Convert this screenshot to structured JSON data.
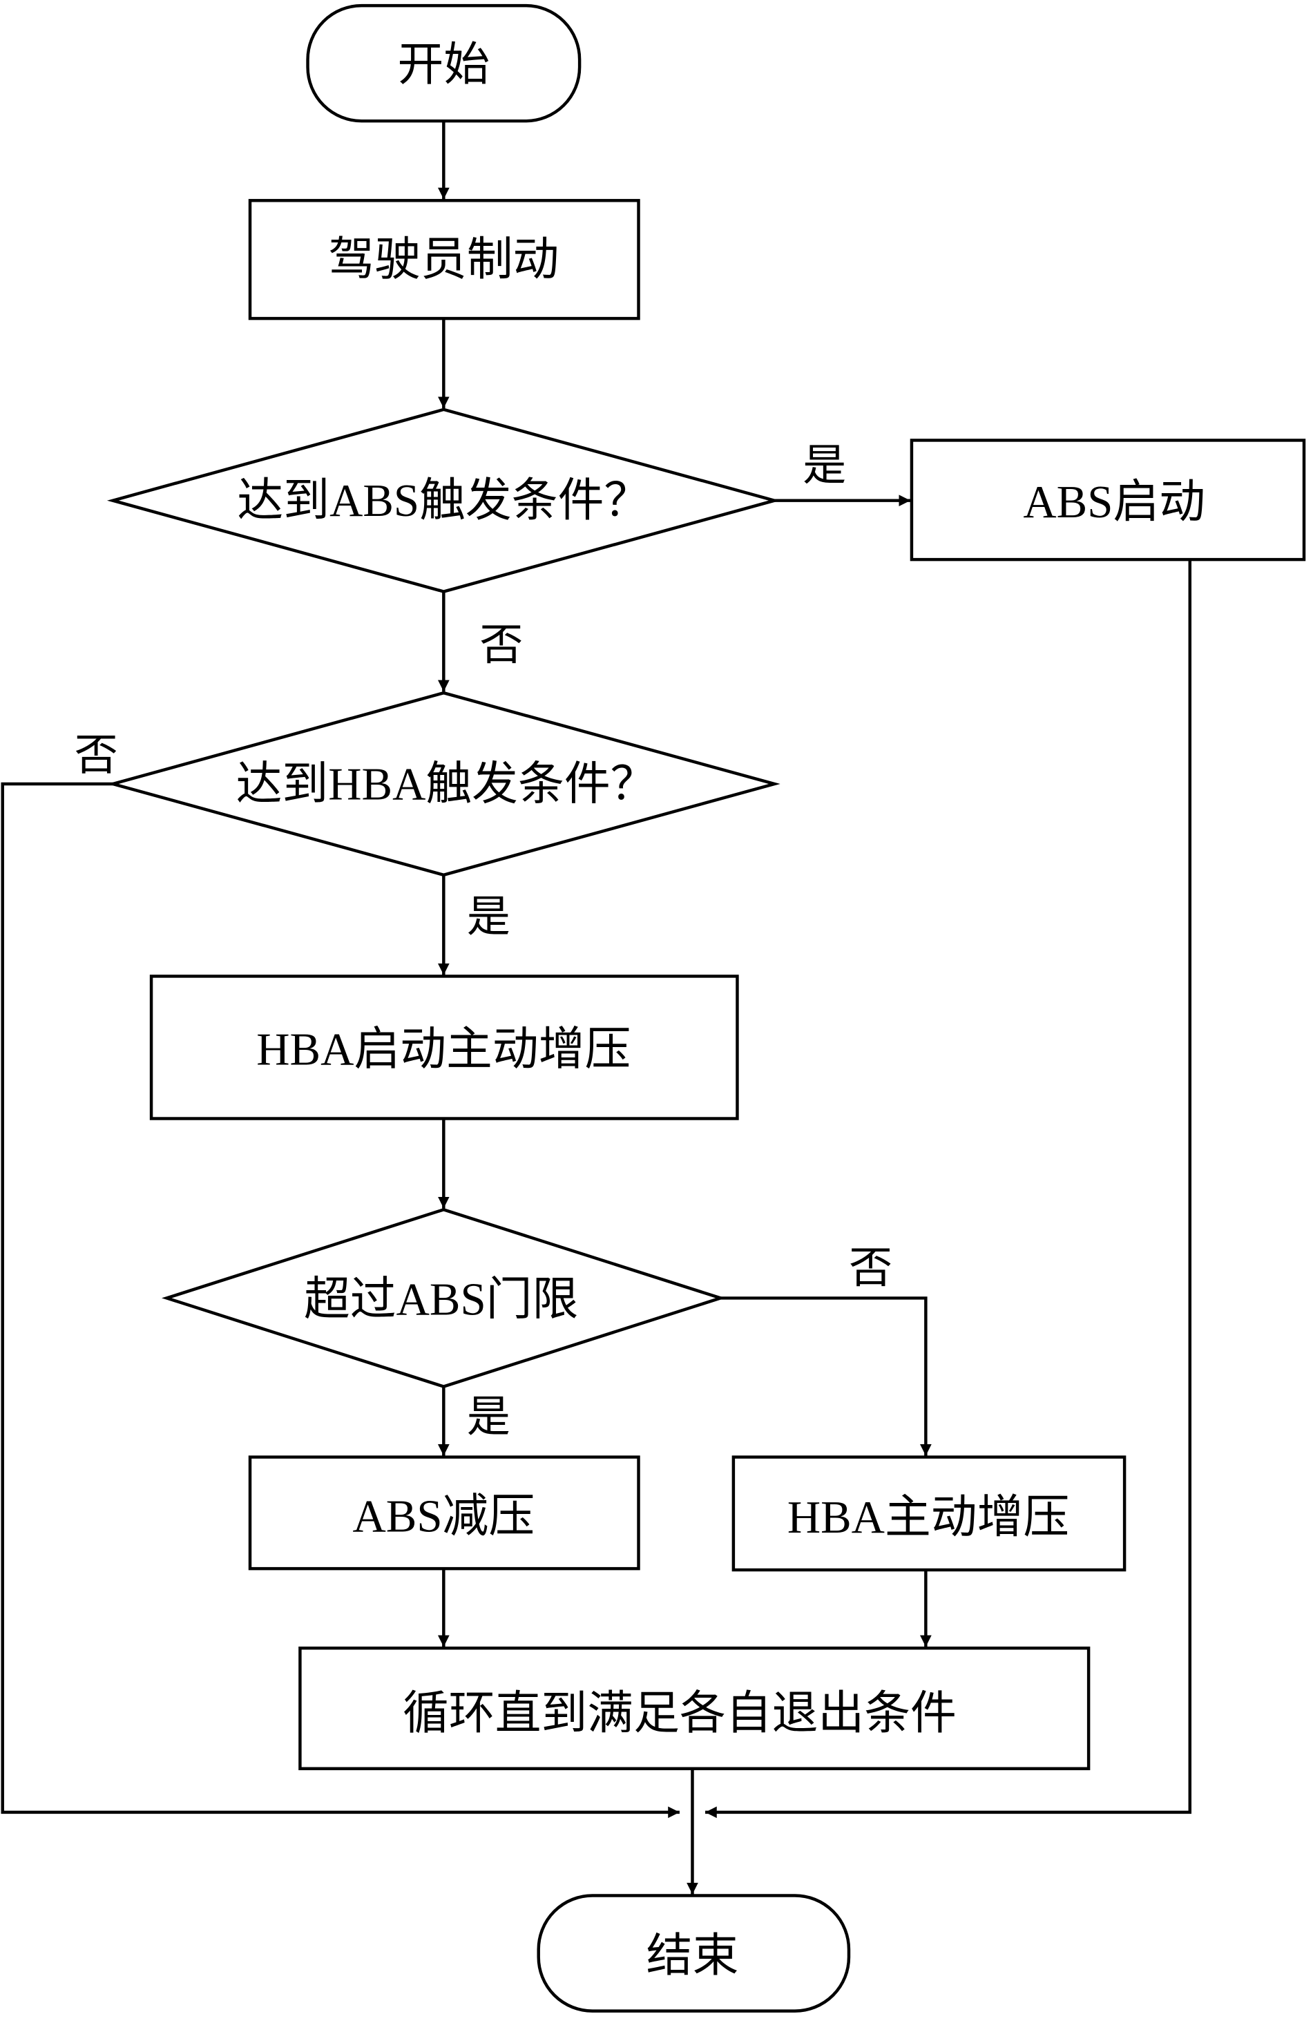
{
  "nodes": {
    "start": "开始",
    "driver_brake": "驾驶员制动",
    "abs_trigger": "达到ABS触发条件？",
    "abs_start": "ABS启动",
    "hba_trigger": "达到HBA触发条件？",
    "hba_start": "HBA启动主动增压",
    "over_abs": "超过ABS门限",
    "abs_reduce": "ABS减压",
    "hba_increase": "HBA主动增压",
    "loop": "循环直到满足各自退出条件",
    "end": "结束"
  },
  "edge_labels": {
    "abs_yes": "是",
    "abs_no": "否",
    "hba_no": "否",
    "hba_yes": "是",
    "over_no": "否",
    "over_yes": "是"
  },
  "colors": {
    "stroke": "#000000",
    "fill": "#ffffff"
  }
}
